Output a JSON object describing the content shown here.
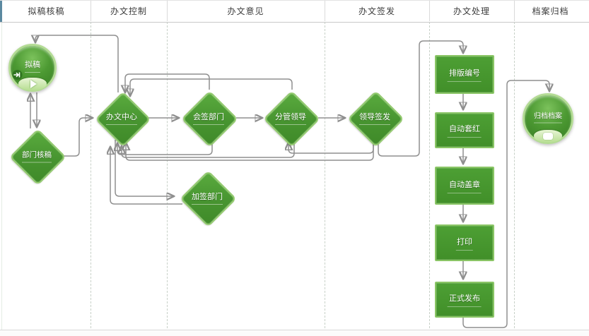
{
  "header": {
    "lanes": [
      {
        "label": "拟稿核稿"
      },
      {
        "label": "办文控制"
      },
      {
        "label": "办文意见"
      },
      {
        "label": "办文签发"
      },
      {
        "label": "办文处理"
      },
      {
        "label": "档案归档"
      }
    ]
  },
  "nodes": {
    "draft": {
      "label": "拟稿",
      "type": "start-circle"
    },
    "dept_review": {
      "label": "部门核稿",
      "type": "diamond"
    },
    "doc_center": {
      "label": "办文中心",
      "type": "diamond"
    },
    "countersign": {
      "label": "会签部门",
      "type": "diamond"
    },
    "leader_charge": {
      "label": "分管领导",
      "type": "diamond"
    },
    "leader_sign": {
      "label": "领导签发",
      "type": "diamond"
    },
    "extra_sign": {
      "label": "加签部门",
      "type": "diamond"
    },
    "steps": [
      {
        "label": "排版编号"
      },
      {
        "label": "自动套红"
      },
      {
        "label": "自动盖章"
      },
      {
        "label": "打印"
      },
      {
        "label": "正式发布"
      }
    ],
    "archive": {
      "label": "归档档案",
      "type": "end-circle"
    }
  },
  "icons": {
    "draft_badge": "enter-icon",
    "draft_action": "play-icon",
    "archive_action": "stop-icon"
  },
  "colors": {
    "node_green": "#479430",
    "node_border_green": "#93ca6e",
    "circle_ring": "#b3db94",
    "connector_gray": "#8f8f8f",
    "lane_dash": "#c7d0c7",
    "header_text": "#3c3c3c"
  }
}
